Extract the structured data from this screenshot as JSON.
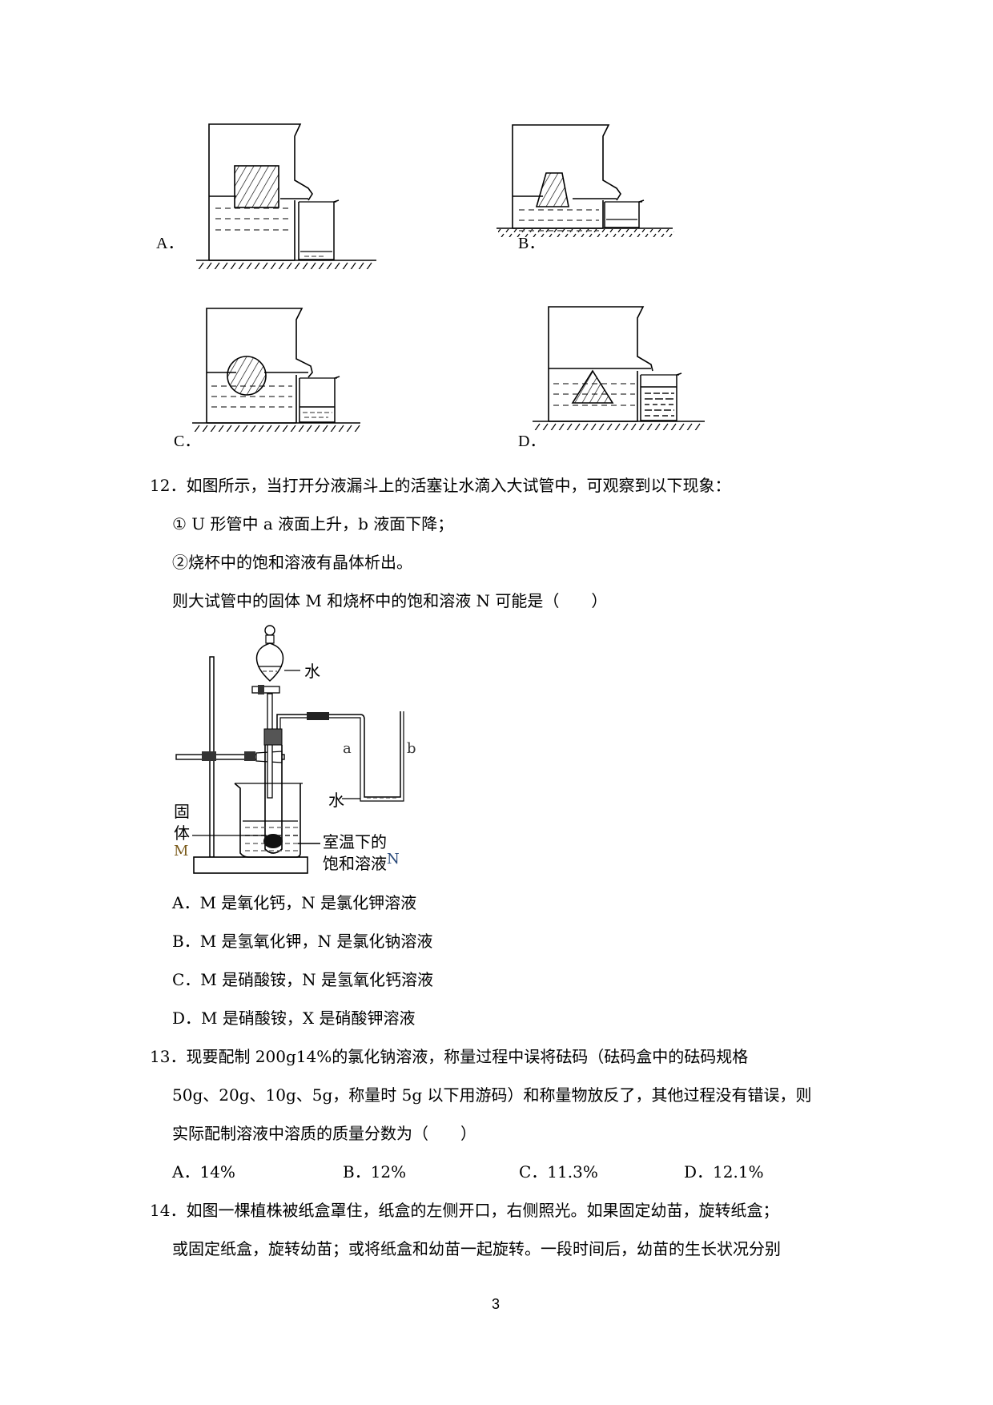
{
  "q11_options": {
    "A": {
      "label": "A．"
    },
    "B": {
      "label": "B．"
    },
    "C": {
      "label": "C．"
    },
    "D": {
      "label": "D．"
    }
  },
  "q12": {
    "stem": "12．如图所示，当打开分液漏斗上的活塞让水滴入大试管中，可观察到以下现象：",
    "obs1": "① U 形管中 a 液面上升，b 液面下降；",
    "obs2": "②烧杯中的饱和溶液有晶体析出。",
    "question": "则大试管中的固体 M 和烧杯中的饱和溶液 N 可能是（　　）",
    "figure": {
      "water_funnel": "水",
      "water_u": "水",
      "label_a": "a",
      "label_b": "b",
      "solid_1": "固",
      "solid_2": "体",
      "solid_M": "M",
      "sol_1": "室温下的",
      "sol_2": "饱和溶液",
      "sol_N": "N"
    },
    "options": [
      "A．M 是氧化钙，N 是氯化钾溶液",
      "B．M 是氢氧化钾，N 是氯化钠溶液",
      "C．M 是硝酸铵，N 是氢氧化钙溶液",
      "D．M 是硝酸铵，X 是硝酸钾溶液"
    ]
  },
  "q13": {
    "line1": "13．现要配制 200g14%的氯化钠溶液，称量过程中误将砝码（砝码盒中的砝码规格",
    "line2": "50g、20g、10g、5g，称量时 5g 以下用游码）和称量物放反了，其他过程没有错误，则",
    "line3": "实际配制溶液中溶质的质量分数为（　　）",
    "options": [
      "A．14%",
      "B．12%",
      "C．11.3%",
      "D．12.1%"
    ]
  },
  "q14": {
    "line1": "14．如图一棵植株被纸盒罩住，纸盒的左侧开口，右侧照光。如果固定幼苗，旋转纸盒；",
    "line2": "或固定纸盒，旋转幼苗；或将纸盒和幼苗一起旋转。一段时间后，幼苗的生长状况分别"
  },
  "page_number": "3"
}
